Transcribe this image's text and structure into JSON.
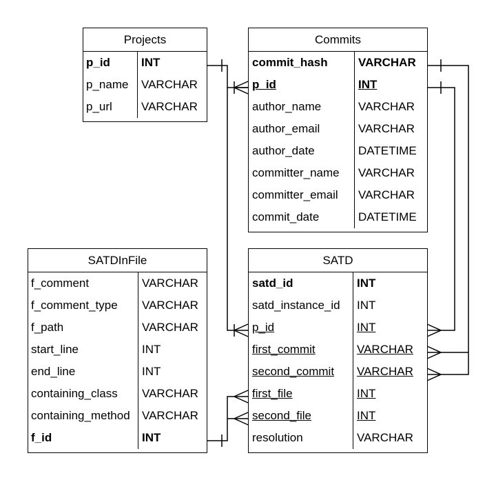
{
  "tables": {
    "projects": {
      "title": "Projects",
      "rows": [
        {
          "name": "p_id",
          "type": "INT",
          "style": "pk"
        },
        {
          "name": "p_name",
          "type": "VARCHAR",
          "style": ""
        },
        {
          "name": "p_url",
          "type": "VARCHAR",
          "style": ""
        }
      ]
    },
    "commits": {
      "title": "Commits",
      "rows": [
        {
          "name": "commit_hash",
          "type": "VARCHAR",
          "style": "pk"
        },
        {
          "name": "p_id",
          "type": "INT",
          "style": "pkfk"
        },
        {
          "name": "author_name",
          "type": "VARCHAR",
          "style": ""
        },
        {
          "name": "author_email",
          "type": "VARCHAR",
          "style": ""
        },
        {
          "name": "author_date",
          "type": "DATETIME",
          "style": ""
        },
        {
          "name": "committer_name",
          "type": "VARCHAR",
          "style": ""
        },
        {
          "name": "committer_email",
          "type": "VARCHAR",
          "style": ""
        },
        {
          "name": "commit_date",
          "type": "DATETIME",
          "style": ""
        }
      ]
    },
    "satdinfile": {
      "title": "SATDInFile",
      "rows": [
        {
          "name": "f_comment",
          "type": "VARCHAR",
          "style": ""
        },
        {
          "name": "f_comment_type",
          "type": "VARCHAR",
          "style": ""
        },
        {
          "name": "f_path",
          "type": "VARCHAR",
          "style": ""
        },
        {
          "name": "start_line",
          "type": "INT",
          "style": ""
        },
        {
          "name": "end_line",
          "type": "INT",
          "style": ""
        },
        {
          "name": "containing_class",
          "type": "VARCHAR",
          "style": ""
        },
        {
          "name": "containing_method",
          "type": "VARCHAR",
          "style": ""
        },
        {
          "name": "f_id",
          "type": "INT",
          "style": "pk"
        }
      ]
    },
    "satd": {
      "title": "SATD",
      "rows": [
        {
          "name": "satd_id",
          "type": "INT",
          "style": "pk"
        },
        {
          "name": "satd_instance_id",
          "type": "INT",
          "style": ""
        },
        {
          "name": "p_id",
          "type": "INT",
          "style": "fk"
        },
        {
          "name": "first_commit",
          "type": "VARCHAR",
          "style": "fk"
        },
        {
          "name": "second_commit",
          "type": "VARCHAR",
          "style": "fk"
        },
        {
          "name": "first_file",
          "type": "INT",
          "style": "fk"
        },
        {
          "name": "second_file",
          "type": "INT",
          "style": "fk"
        },
        {
          "name": "resolution",
          "type": "VARCHAR",
          "style": ""
        }
      ]
    }
  }
}
